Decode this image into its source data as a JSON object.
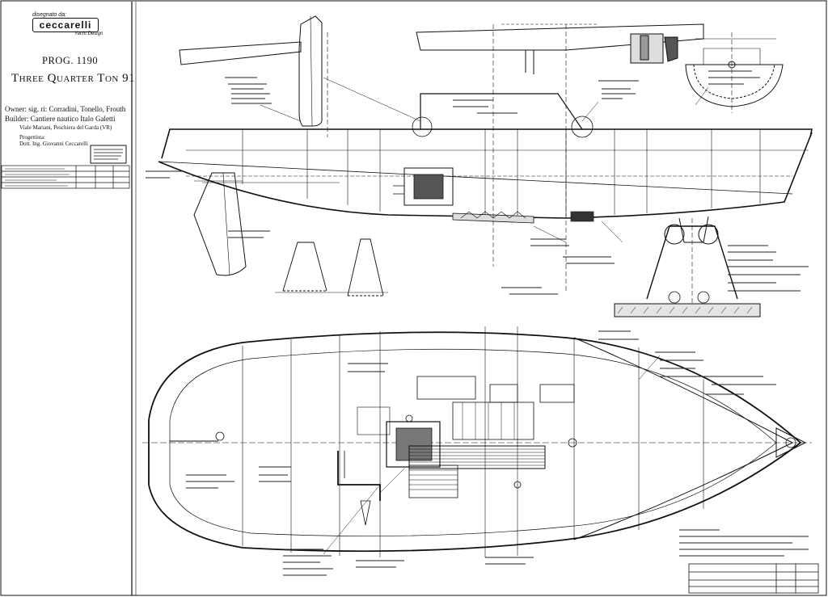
{
  "title_block": {
    "designer_prefix": "disegnato da:",
    "designer_name": "ceccarelli",
    "designer_tagline": "Yacht Design",
    "project": "PROG. 1190",
    "boat_name": "Three Quarter Ton 91",
    "owner_label": "Owner:",
    "owner_value": "sig. ri: Corradini, Tonello, Frouth",
    "builder_label": "Builder:",
    "builder_value": "Cantiere nautico Italo Galetti",
    "builder_address": "Viale Mariani, Peschiera del Garda (VR)",
    "designer_label": "Progettista:",
    "designer_value": "Dott. Ing. Giovanni Ceccarelli"
  },
  "colors": {
    "ink": "#111111",
    "paper": "#ffffff",
    "hatch": "#444444"
  }
}
